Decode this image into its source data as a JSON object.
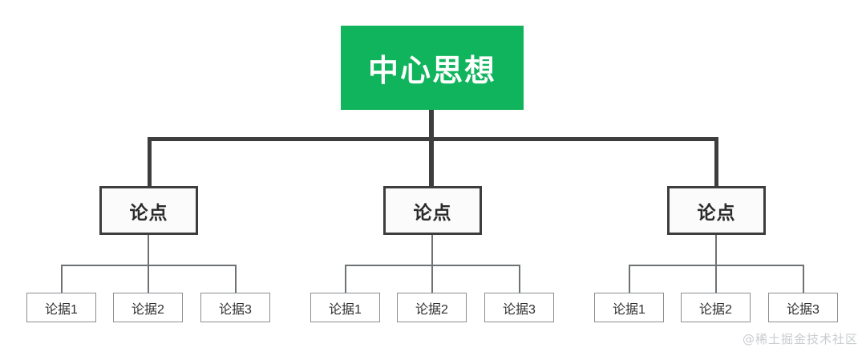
{
  "diagram": {
    "type": "tree-mindmap",
    "background_color": "#ffffff",
    "root": {
      "label": "中心思想",
      "fill_color": "#10B45C",
      "text_color": "#ffffff"
    },
    "branches": [
      {
        "label": "论点",
        "leaves": [
          {
            "label": "论据1"
          },
          {
            "label": "论据2"
          },
          {
            "label": "论据3"
          }
        ]
      },
      {
        "label": "论点",
        "leaves": [
          {
            "label": "论据1"
          },
          {
            "label": "论据2"
          },
          {
            "label": "论据3"
          }
        ]
      },
      {
        "label": "论点",
        "leaves": [
          {
            "label": "论据1"
          },
          {
            "label": "论据2"
          },
          {
            "label": "论据3"
          }
        ]
      }
    ],
    "branch_border_color": "#3d3d3d",
    "leaf_border_color": "#8b8e92",
    "connector_color": "#3d3d3d"
  },
  "watermark": {
    "text": "@稀土掘金技术社区",
    "color": "#c9cccf"
  }
}
